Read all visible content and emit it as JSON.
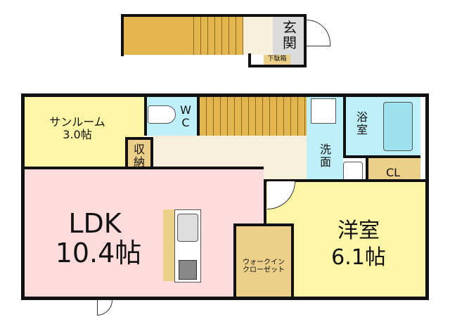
{
  "colors": {
    "sunroom": "#fdf6a6",
    "ldk": "#ffdcdc",
    "wet": "#bdf0f8",
    "storage": "#ecd08a",
    "stairs": "#e2b64d",
    "hall": "#f8f0dc",
    "entrance": "#dcdcdc"
  },
  "rooms": {
    "entrance": "玄\n関",
    "shoe_box": "下駄箱",
    "sunroom": "サンルーム\n3.0帖",
    "wc": "W\nC",
    "storage": "収\n納",
    "washroom": "洗\n面",
    "bath": "浴\n室",
    "closet": "CL",
    "ldk_name": "LDK",
    "ldk_size": "10.4帖",
    "western_name": "洋室",
    "western_size": "6.1帖",
    "walkin": "ウォークイン\nクローゼット"
  }
}
